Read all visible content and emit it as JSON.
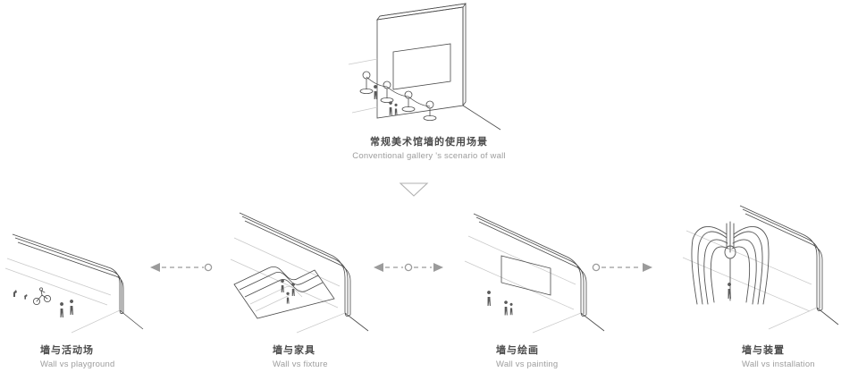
{
  "diagram": {
    "type": "architectural-concept-isometric",
    "background_color": "#ffffff",
    "line_color": "#4a4a4a",
    "faint_line_color": "#c9c9c9",
    "caption_cn_color": "#4b4b4b",
    "caption_en_color": "#9d9d9d",
    "arrow_color": "#9b9b9b"
  },
  "top": {
    "caption_cn": "常规美术馆墙的使用场景",
    "caption_en": "Conventional gallery 's scenario of wall",
    "scene_name": "gallery-wall-with-painting-stanchions-and-visitors",
    "elements": [
      "flat-wall",
      "framed-painting",
      "stanchion-posts",
      "visitor-figures",
      "floor-line"
    ]
  },
  "branch_marker": {
    "icon": "triangle-down-icon"
  },
  "panels": [
    {
      "id": "wall-vs-playground",
      "caption_cn": "墙与活动场",
      "caption_en": "Wall vs playground",
      "wall_form": "low-curved-wall",
      "figures": [
        "birds",
        "cyclist",
        "two-standing-people"
      ]
    },
    {
      "id": "wall-vs-fixture",
      "caption_cn": "墙与家具",
      "caption_en": "Wall vs fixture",
      "wall_form": "curved-wall-with-stepped-terrace",
      "figures": [
        "two-seated-people"
      ]
    },
    {
      "id": "wall-vs-painting",
      "caption_cn": "墙与绘画",
      "caption_en": "Wall vs painting",
      "wall_form": "curved-wall-with-framed-painting",
      "figures": [
        "standing-visitor",
        "visitor-pair"
      ]
    },
    {
      "id": "wall-vs-installation",
      "caption_cn": "墙与装置",
      "caption_en": "Wall vs installation",
      "wall_form": "curved-wall",
      "figures": [
        "giant-spider-sculpture",
        "standing-visitor"
      ]
    }
  ],
  "connectors": [
    {
      "id": "connector-1",
      "direction": "left",
      "style": "dashed",
      "endpoints": [
        "arrowhead-left",
        "circle-right"
      ]
    },
    {
      "id": "connector-2",
      "direction": "both",
      "style": "dashed",
      "endpoints": [
        "arrowhead-left",
        "circle-center",
        "arrowhead-right"
      ]
    },
    {
      "id": "connector-3",
      "direction": "right",
      "style": "dashed",
      "endpoints": [
        "circle-left",
        "arrowhead-right"
      ]
    }
  ]
}
